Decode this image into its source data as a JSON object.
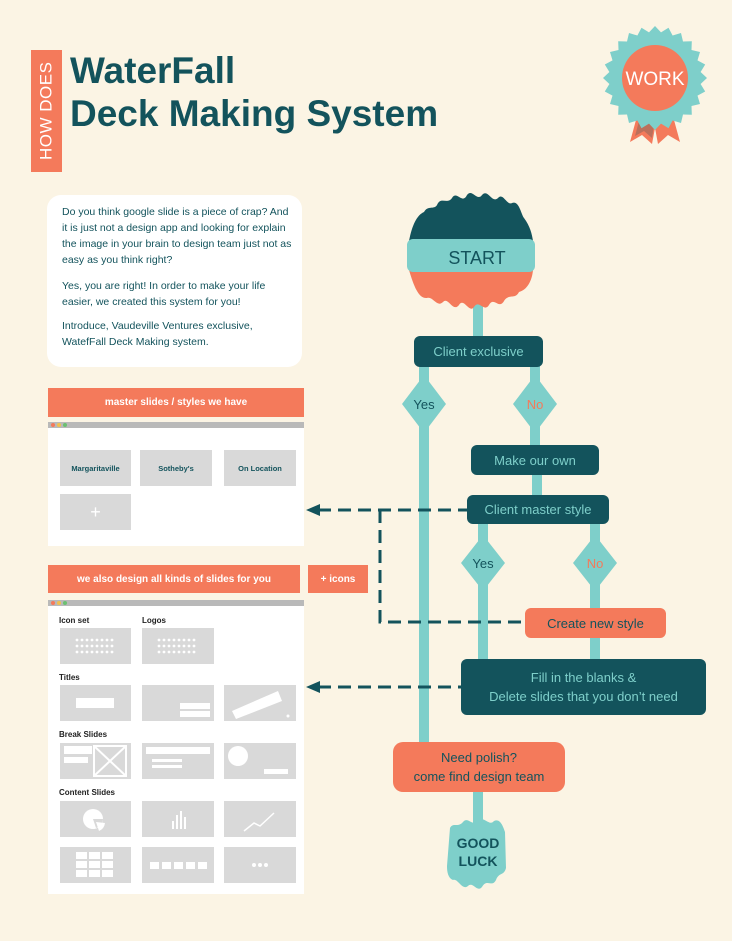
{
  "header": {
    "kicker": "HOW DOES",
    "title_line1": "WaterFall",
    "title_line2": "Deck Making System",
    "badge": "WORK"
  },
  "intro": {
    "p1": "Do you think google slide is a piece of crap? And it is just not a design app and looking for explain the image in your brain to design team just not as easy as you think right?",
    "p2": "Yes, you are right! In order to make your life easier, we created this system for you!",
    "p3": "Introduce, Vaudeville Ventures exclusive, WatefFall Deck Making system."
  },
  "master_panel": {
    "heading": "master slides / styles we have",
    "tiles": [
      "Margaritaville",
      "Sotheby's",
      "On Location"
    ],
    "add_label": "+"
  },
  "design_panel": {
    "heading": "we also design all kinds of slides for you",
    "icons_badge": "+ icons",
    "sections": {
      "icon_set": "Icon set",
      "logos": "Logos",
      "titles": "Titles",
      "break_slides": "Break Slides",
      "content_slides": "Content Slides"
    }
  },
  "flow": {
    "start": "START",
    "client_exclusive": "Client exclusive",
    "yes_1": "Yes",
    "no_1": "No",
    "make_our_own": "Make our own",
    "client_master_style": "Client master style",
    "yes_2": "Yes",
    "no_2": "No",
    "create_new_style": "Create new style",
    "fill_line1": "Fill in the blanks &",
    "fill_line2": "Delete slides that you don’t need",
    "polish_line1": "Need polish?",
    "polish_line2": "come find design team",
    "good": "GOOD",
    "luck": "LUCK"
  },
  "colors": {
    "background": "#fbf4e4",
    "teal_dark": "#13535c",
    "teal_light": "#7ecfca",
    "orange": "#f47a5b",
    "tile_gray": "#d9d9d9"
  }
}
